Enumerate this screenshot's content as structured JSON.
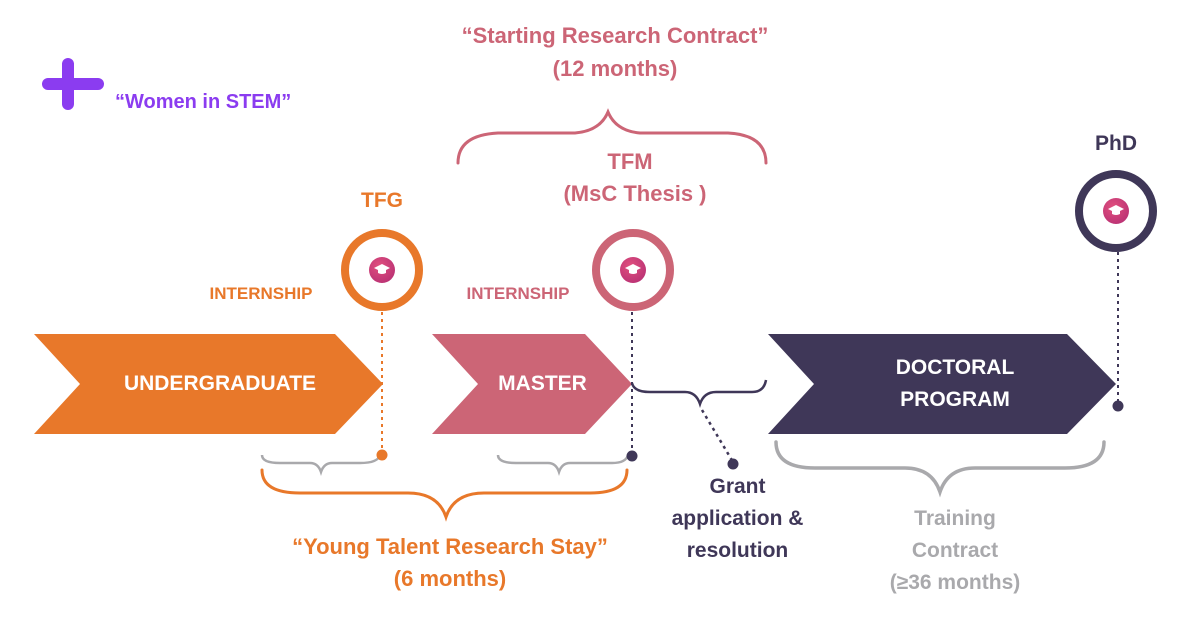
{
  "header": {
    "starting_contract_title": "“Starting Research Contract”",
    "starting_contract_duration": "(12 months)",
    "women_in_stem": "“Women in STEM”"
  },
  "stages": {
    "undergraduate": "UNDERGRADUATE",
    "master": "MASTER",
    "doctoral_line1": "DOCTORAL",
    "doctoral_line2": "PROGRAM"
  },
  "milestones": {
    "tfg": "TFG",
    "tfm_line1": "TFM",
    "tfm_line2": "(MsC Thesis )",
    "phd": "PhD"
  },
  "internships": {
    "undergraduate": "INTERNSHIP",
    "master": "INTERNSHIP"
  },
  "footer": {
    "young_talent_title": "“Young Talent Research Stay”",
    "young_talent_duration": "(6 months)",
    "grant_line1": "Grant",
    "grant_line2": "application &",
    "grant_line3": "resolution",
    "training_line1": "Training",
    "training_line2": "Contract",
    "training_line3": "(≥36 months)"
  },
  "colors": {
    "orange": "#e8782a",
    "rose": "#cc6576",
    "navy": "#3f3758",
    "gray": "#a9a9ac",
    "purple": "#8b3cf0",
    "medal": "#c8326e"
  },
  "icons": {
    "plus": "plus-icon",
    "graduation": "graduation-cap-icon"
  }
}
